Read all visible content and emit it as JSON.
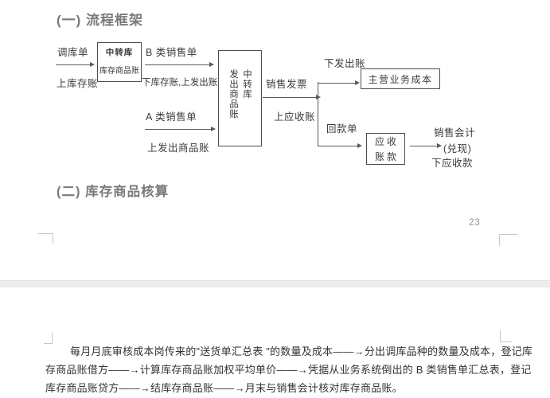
{
  "sections": {
    "s1_title": "(一) 流程框架",
    "s2_title": "(二) 库存商品核算"
  },
  "page_meta": {
    "page_number": "23"
  },
  "flowchart": {
    "transfer_note_top": "调库单",
    "transfer_note_bottom": "上库存账",
    "transfer_box": {
      "line1": "中转库",
      "line2": "库存商品账"
    },
    "b_sales_top": "B 类销售单",
    "b_sales_bottom": "下库存账,上发出账",
    "a_sales_top": "A 类销售单",
    "a_sales_bottom": "上发出商品账",
    "dispatch_box": {
      "right_col": "中转库",
      "left_col": "发出商品账"
    },
    "invoice_top": "销售发票",
    "invoice_bottom": "上应收账",
    "cost_branch_label": "下发出账",
    "main_cost_box": "主营业务成本",
    "payment_label": "回款单",
    "receivable_box": {
      "line1": "应收",
      "line2": "账款"
    },
    "result": {
      "line1": "销售会计",
      "line2": "(兑现)",
      "line3": "下应收款"
    }
  },
  "paragraph": {
    "lines": [
      "每月月底审核成本岗传来的\"送货单汇总表 \"的数量及成本——→分出调库品种的数量及成本，登记库",
      "存商品账借方——→计算库存商品账加权平均单价——→凭据从业务系统倒出的 B 类销售单汇总表，登记",
      "库存商品账贷方——→结库存商品账——→月末与销售会计核对库存商品账。"
    ]
  },
  "colors": {
    "heading": "#7a7a7a",
    "flowchart_text": "#3b3b3b",
    "line": "#5a5a5a",
    "paragraph_text": "#333333",
    "page_number": "#8f8f8f",
    "crop_mark": "#c8c8c8",
    "page_gap": "#ededed"
  }
}
